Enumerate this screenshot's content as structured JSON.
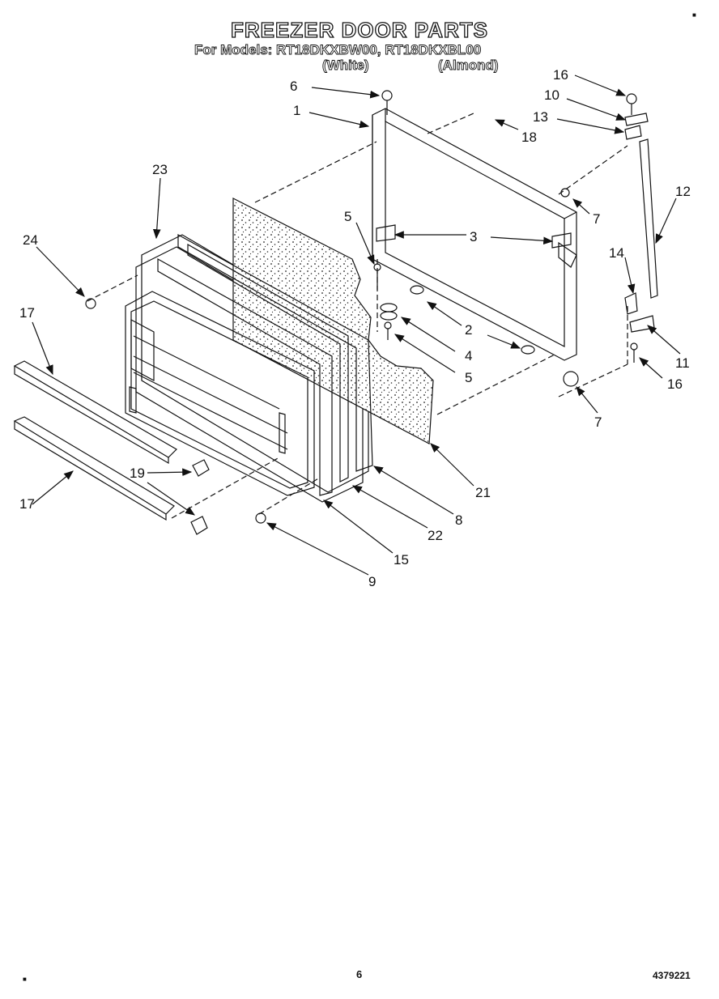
{
  "header": {
    "title": "FREEZER DOOR PARTS",
    "models_line": "For Models: RT18DKXBW00, RT18DKXBL00",
    "color_white": "(White)",
    "color_almond": "(Almond)"
  },
  "callouts": [
    "6",
    "1",
    "18",
    "16",
    "10",
    "13",
    "23",
    "12",
    "7",
    "5",
    "3",
    "24",
    "14",
    "2",
    "17",
    "4",
    "5",
    "11",
    "16",
    "7",
    "21",
    "17",
    "19",
    "8",
    "22",
    "15",
    "9"
  ],
  "footer": {
    "page_number": "6",
    "document_number": "4379221"
  }
}
